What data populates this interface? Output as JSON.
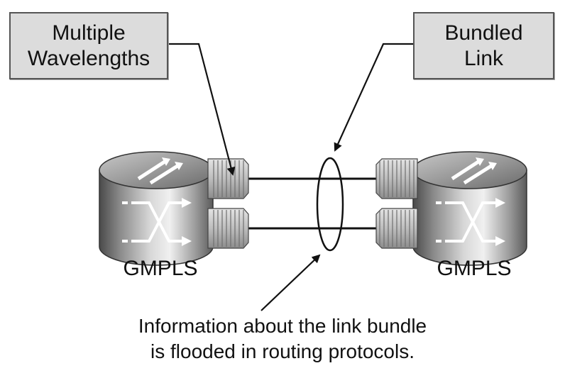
{
  "callouts": {
    "left": {
      "line1": "Multiple",
      "line2": "Wavelengths"
    },
    "right": {
      "line1": "Bundled",
      "line2": "Link"
    }
  },
  "routers": {
    "left": {
      "label": "GMPLS",
      "icon": "optical-cross-connect-icon"
    },
    "right": {
      "label": "GMPLS",
      "icon": "optical-cross-connect-icon"
    }
  },
  "caption": {
    "line1": "Information about the link bundle",
    "line2": "is flooded in routing protocols."
  }
}
